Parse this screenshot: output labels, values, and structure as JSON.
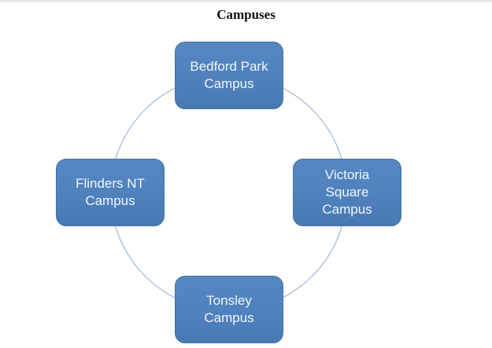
{
  "page": {
    "title": "Campuses"
  },
  "diagram": {
    "type": "cycle",
    "node_fill_color": "#4f81bd",
    "node_text_color": "#f2f6fb",
    "ring_color": "#8aa7d4",
    "nodes": [
      {
        "id": "bedford-park-campus",
        "position": "top",
        "label": "Bedford Park\nCampus"
      },
      {
        "id": "victoria-square-campus",
        "position": "right",
        "label": "Victoria\nSquare\nCampus"
      },
      {
        "id": "tonsley-campus",
        "position": "bottom",
        "label": "Tonsley\nCampus"
      },
      {
        "id": "flinders-nt-campus",
        "position": "left",
        "label": "Flinders NT\nCampus"
      }
    ]
  }
}
